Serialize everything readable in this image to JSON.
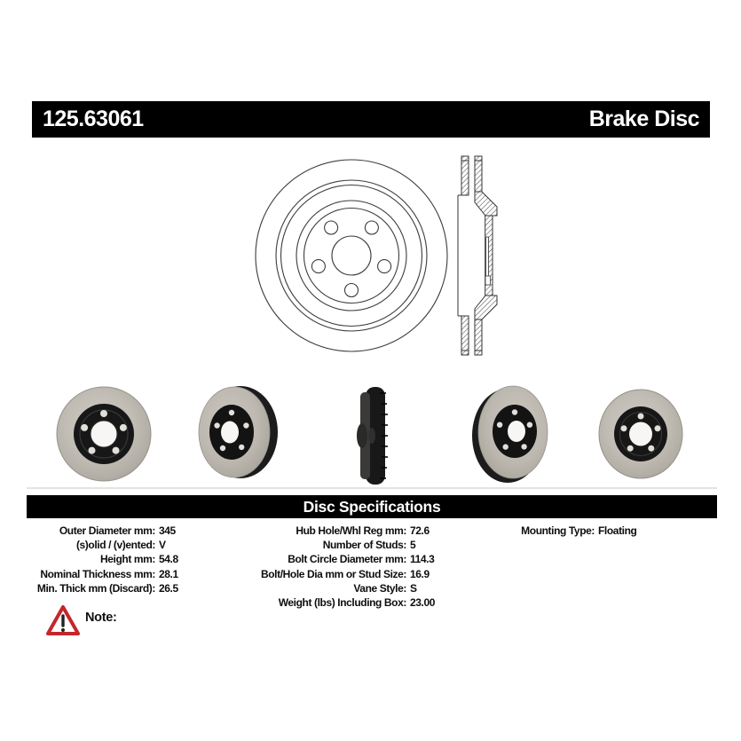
{
  "document": {
    "part_number": "125.63061",
    "product_type": "Brake Disc",
    "section_title": "Disc Specifications",
    "note_label": "Note:"
  },
  "specs": {
    "left": [
      {
        "label": "Outer Diameter mm:",
        "value": "345"
      },
      {
        "label": "(s)olid / (v)ented:",
        "value": "V"
      },
      {
        "label": "Height mm:",
        "value": "54.8"
      },
      {
        "label": "Nominal Thickness mm:",
        "value": "28.1"
      },
      {
        "label": "Min. Thick mm (Discard):",
        "value": "26.5"
      }
    ],
    "middle": [
      {
        "label": "Hub Hole/Whl Reg mm:",
        "value": "72.6"
      },
      {
        "label": "Number of Studs:",
        "value": "5"
      },
      {
        "label": "Bolt Circle Diameter mm:",
        "value": "114.3"
      },
      {
        "label": "Bolt/Hole Dia mm or Stud Size:",
        "value": "16.9"
      },
      {
        "label": "Vane Style:",
        "value": "S"
      },
      {
        "label": "Weight (lbs) Including Box:",
        "value": "23.00"
      }
    ],
    "right": [
      {
        "label": "Mounting Type:",
        "value": "Floating"
      }
    ]
  },
  "icons": {
    "warning_triangle": "warning-triangle-icon"
  },
  "colors": {
    "header_bg": "#000000",
    "header_text": "#ffffff",
    "warning_red": "#c4262b",
    "photo_gray": "#bdb9b1",
    "hub_black": "#161616",
    "line_color": "#3c3c3c"
  }
}
